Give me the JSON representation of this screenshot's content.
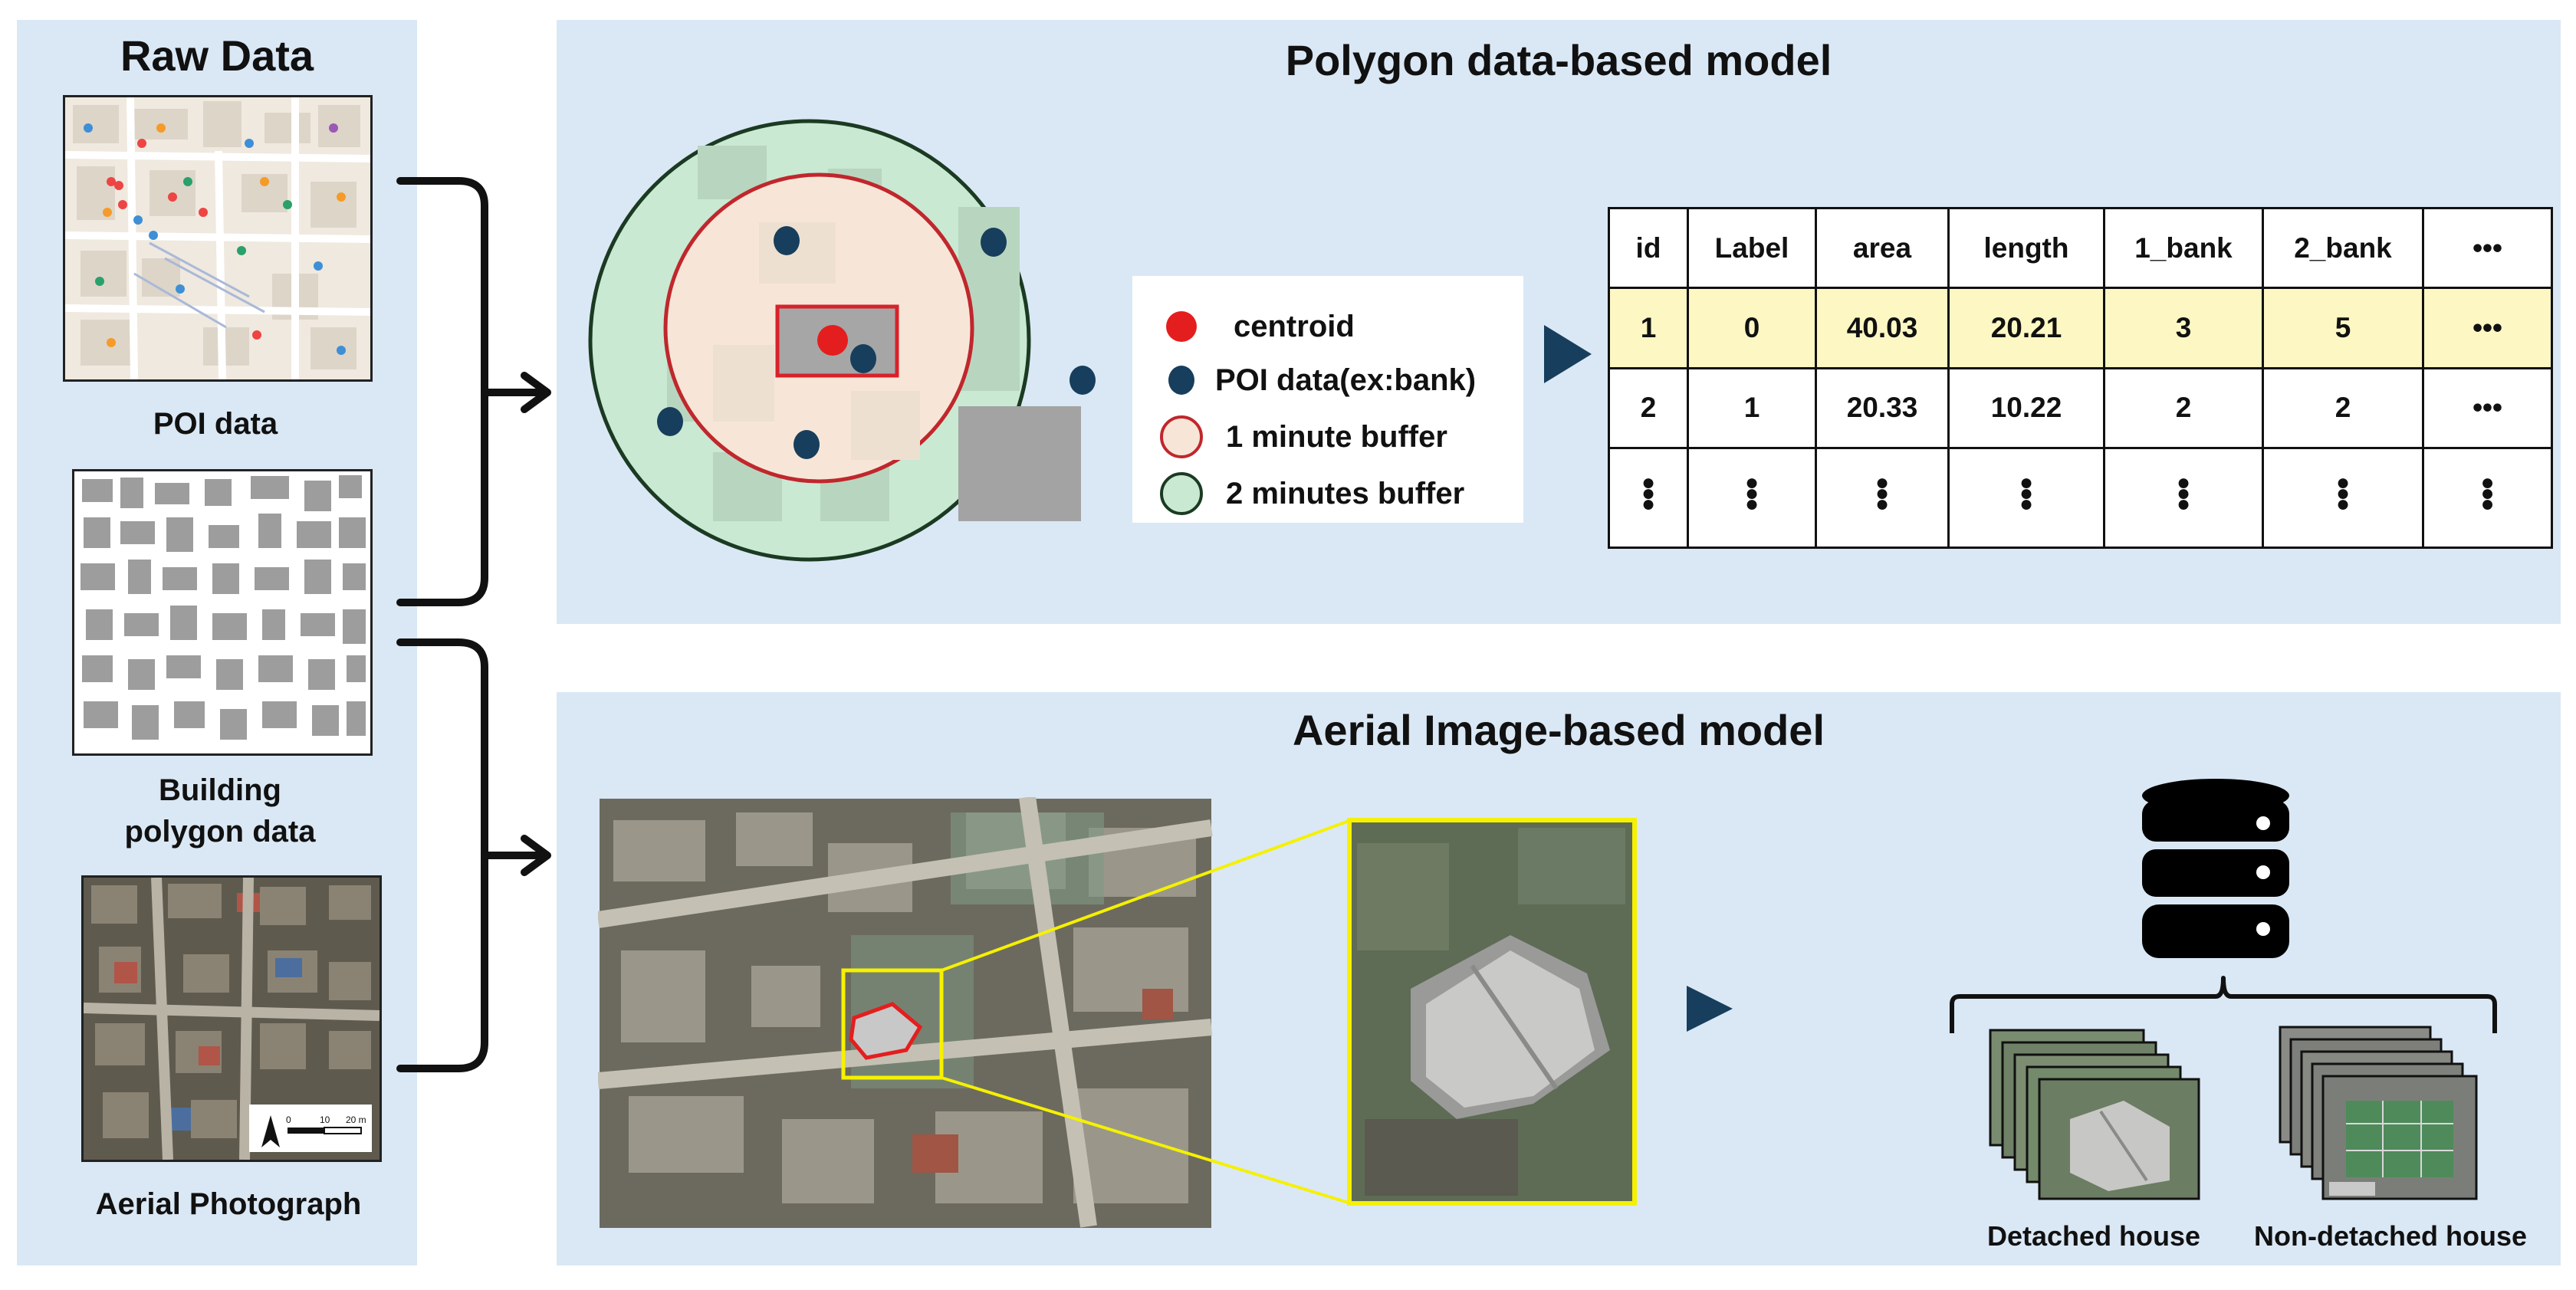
{
  "raw_data": {
    "title": "Raw Data",
    "poi_label": "POI data",
    "building_label_line1": "Building",
    "building_label_line2": "polygon data",
    "aerial_label": "Aerial Photograph",
    "scale_text_0": "0",
    "scale_text_10": "10",
    "scale_text_20": "20 m"
  },
  "polygon_model": {
    "title": "Polygon data-based model",
    "legend": {
      "centroid": "centroid",
      "poi": "POI data(ex:bank)",
      "buffer1": "1 minute buffer",
      "buffer2": "2 minutes buffer"
    },
    "table": {
      "headers": [
        "id",
        "Label",
        "area",
        "length",
        "1_bank",
        "2_bank",
        "•••"
      ],
      "rows": [
        [
          "1",
          "0",
          "40.03",
          "20.21",
          "3",
          "5",
          "•••"
        ],
        [
          "2",
          "1",
          "20.33",
          "10.22",
          "2",
          "2",
          "•••"
        ]
      ]
    }
  },
  "aerial_model": {
    "title": "Aerial Image-based model",
    "detached_label": "Detached house",
    "non_detached_label": "Non-detached house"
  },
  "colors": {
    "panel_bg": "#dae8f5",
    "centroid": "#e41e1e",
    "poi": "#173e5c",
    "buffer1_fill": "#f7e6d7",
    "buffer1_stroke": "#c0272d",
    "buffer2_fill": "#c9e9d3",
    "buffer2_stroke": "#1b3a22",
    "highlight": "#fdf7c3",
    "arrow": "#173e5c",
    "crop_box": "#f5f100"
  }
}
